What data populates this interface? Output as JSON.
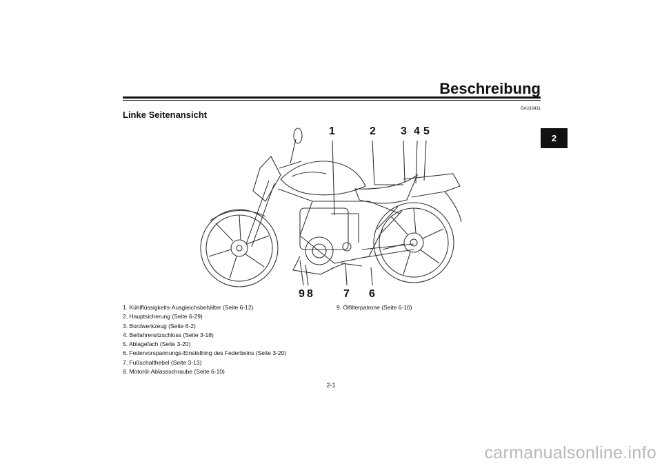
{
  "header": {
    "title": "Beschreibung",
    "chapter_tab": "2",
    "section_code": "GAU10411"
  },
  "section": {
    "title": "Linke Seitenansicht"
  },
  "figure": {
    "callouts": [
      "1",
      "2",
      "3",
      "4",
      "5",
      "6",
      "7",
      "8",
      "9"
    ]
  },
  "legend": {
    "left": [
      "1. Kühlflüssigkeits-Ausgleichsbehälter (Seite 6-12)",
      "2. Hauptsicherung (Seite 6-29)",
      "3. Bordwerkzeug (Seite 6-2)",
      "4. Beifahrersitzschloss (Seite 3-18)",
      "5. Ablagefach (Seite 3-20)",
      "6. Federvorspannungs-Einstellring des Federbeins (Seite 3-20)",
      "7. Fußschalthebel (Seite 3-13)",
      "8. Motoröl-Ablassschraube (Seite 6-10)"
    ],
    "right": [
      "9. Ölfilterpatrone (Seite 6-10)"
    ]
  },
  "footer": {
    "page_number": "2-1",
    "watermark": "carmanualsonline.info"
  }
}
